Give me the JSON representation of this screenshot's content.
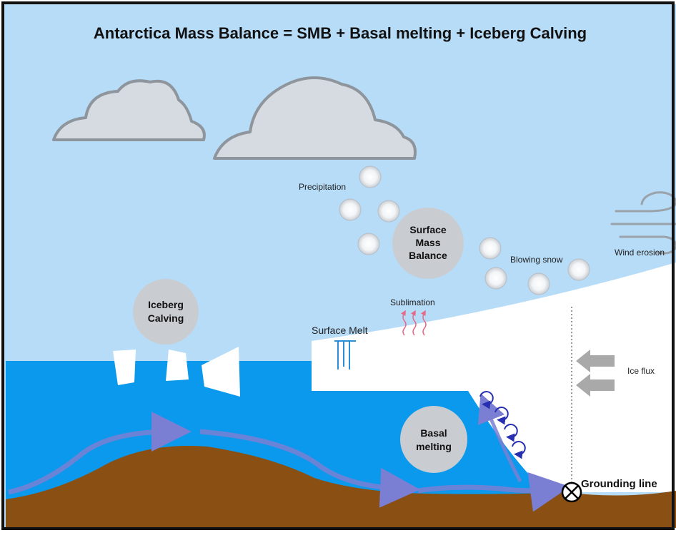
{
  "title": "Antarctica Mass Balance = SMB + Basal melting + Iceberg Calving",
  "labels": {
    "precipitation": "Precipitation",
    "smb_line1": "Surface",
    "smb_line2": "Mass",
    "smb_line3": "Balance",
    "blowing_snow": "Blowing snow",
    "wind_erosion": "Wind erosion",
    "sublimation": "Sublimation",
    "surface_melt": "Surface Melt",
    "iceberg_line1": "Iceberg",
    "iceberg_line2": "Calving",
    "ice_flux": "Ice flux",
    "basal_line1": "Basal",
    "basal_line2": "melting",
    "grounding_line": "Grounding line"
  },
  "colors": {
    "sky": "#b7dcf8",
    "ocean": "#0a99ec",
    "bedrock": "#8a4f12",
    "ice": "#ffffff",
    "bubble": "#c9cdd1",
    "cloud_fill": "#d5dbe1",
    "cloud_stroke": "#8e959c",
    "current": "#7a7fd4",
    "vortex": "#2630b0",
    "sublimation": "#e46a88",
    "meltwater": "#2a8fd8",
    "ice_flux_arrow": "#a9a9a9"
  },
  "icons": [
    "cloud-icon",
    "snowflake-icon",
    "wind-icon",
    "ice-flux-arrow-icon",
    "grounding-line-marker-icon",
    "vortex-icon",
    "sublimation-wave-icon"
  ]
}
